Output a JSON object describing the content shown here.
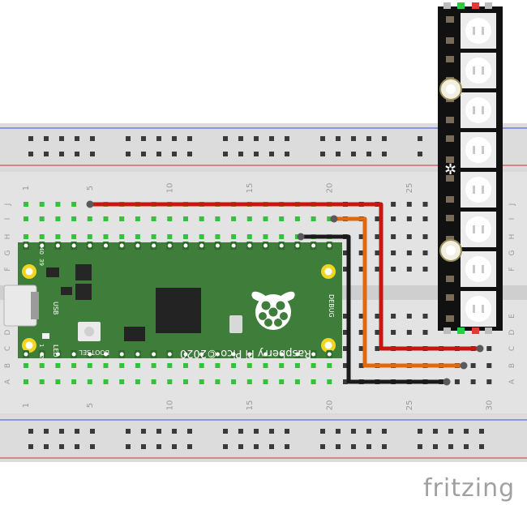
{
  "breadboard": {
    "column_labels": [
      "1",
      "5",
      "10",
      "15",
      "20",
      "25",
      "30"
    ],
    "row_labels_top": [
      "J",
      "I",
      "H",
      "G",
      "F"
    ],
    "row_labels_bottom": [
      "E",
      "D",
      "C",
      "B",
      "A"
    ]
  },
  "pico": {
    "board_name": "Raspberry Pi Pico ©2020",
    "usb_label": "USB",
    "led_label": "LED",
    "bootsel_label": "BOOTSEL",
    "debug_label": "DEBUG",
    "pin_1": "1",
    "pin_2": "2",
    "pin_39": "39",
    "pin_40": "40"
  },
  "wires": [
    {
      "name": "red",
      "color": "#c8170f"
    },
    {
      "name": "orange",
      "color": "#e0690f"
    },
    {
      "name": "black",
      "color": "#1a1a1a"
    }
  ],
  "neopixel": {
    "pixel_count": 8
  },
  "watermark": {
    "text": "fritzing"
  }
}
